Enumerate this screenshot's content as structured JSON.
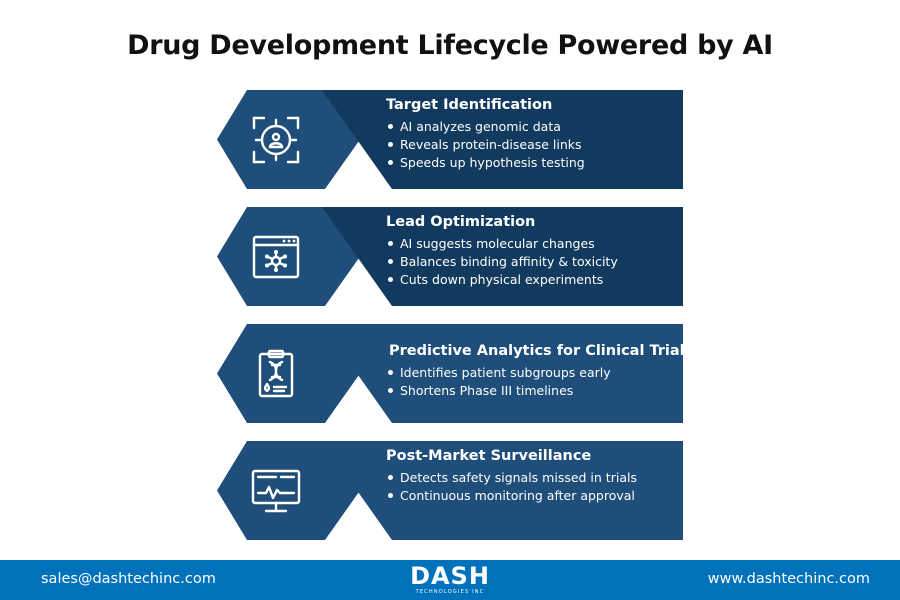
{
  "title": "Drug Development Lifecycle Powered by AI",
  "steps": [
    {
      "title": "Target Identification",
      "icon": "target-scan-icon",
      "bullets": [
        "AI analyzes genomic data",
        "Reveals protein-disease links",
        "Speeds up hypothesis testing"
      ]
    },
    {
      "title": "Lead Optimization",
      "icon": "molecule-window-icon",
      "bullets": [
        "AI suggests molecular changes",
        "Balances binding affinity & toxicity",
        "Cuts down physical experiments"
      ]
    },
    {
      "title": "Predictive Analytics for Clinical Trials",
      "icon": "dna-clipboard-icon",
      "bullets": [
        "Identifies patient subgroups early",
        "Shortens Phase III timelines"
      ]
    },
    {
      "title": "Post-Market Surveillance",
      "icon": "monitor-pulse-icon",
      "bullets": [
        "Detects safety signals missed in trials",
        "Continuous monitoring after approval"
      ]
    }
  ],
  "footer": {
    "email": "sales@dashtechinc.com",
    "website": "www.dashtechinc.com",
    "logo_main": "DASH",
    "logo_sub": "TECHNOLOGIES INC"
  },
  "colors": {
    "hexagon": "#1e4e79",
    "card_dark": "#123a5e",
    "card": "#1e4e79",
    "footer": "#0072bc",
    "title_text": "#111111"
  }
}
